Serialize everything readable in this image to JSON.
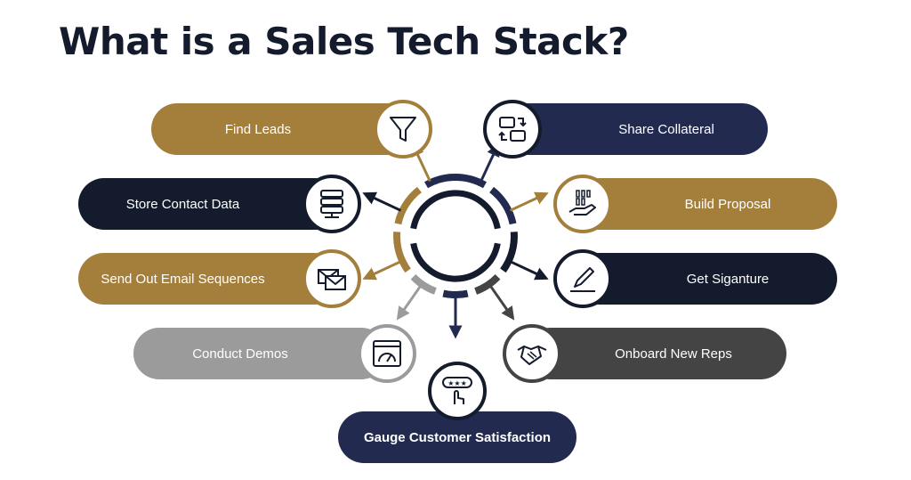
{
  "title": "What is a Sales Tech Stack?",
  "colors": {
    "gold": "#a47f3c",
    "navy": "#232a50",
    "dark": "#131b2c",
    "gray": "#9b9b9b",
    "charcoal": "#444444"
  },
  "items": [
    {
      "label": "Find Leads",
      "icon": "funnel-icon"
    },
    {
      "label": "Share Collateral",
      "icon": "exchange-icon"
    },
    {
      "label": "Store Contact Data",
      "icon": "database-icon"
    },
    {
      "label": "Build Proposal",
      "icon": "hand-data-icon"
    },
    {
      "label": "Send Out Email Sequences",
      "icon": "email-icon"
    },
    {
      "label": "Get Siganture",
      "icon": "pen-icon"
    },
    {
      "label": "Conduct Demos",
      "icon": "dashboard-icon"
    },
    {
      "label": "Onboard New Reps",
      "icon": "handshake-icon"
    },
    {
      "label": "Gauge Customer Satisfaction",
      "icon": "rating-touch-icon"
    }
  ]
}
